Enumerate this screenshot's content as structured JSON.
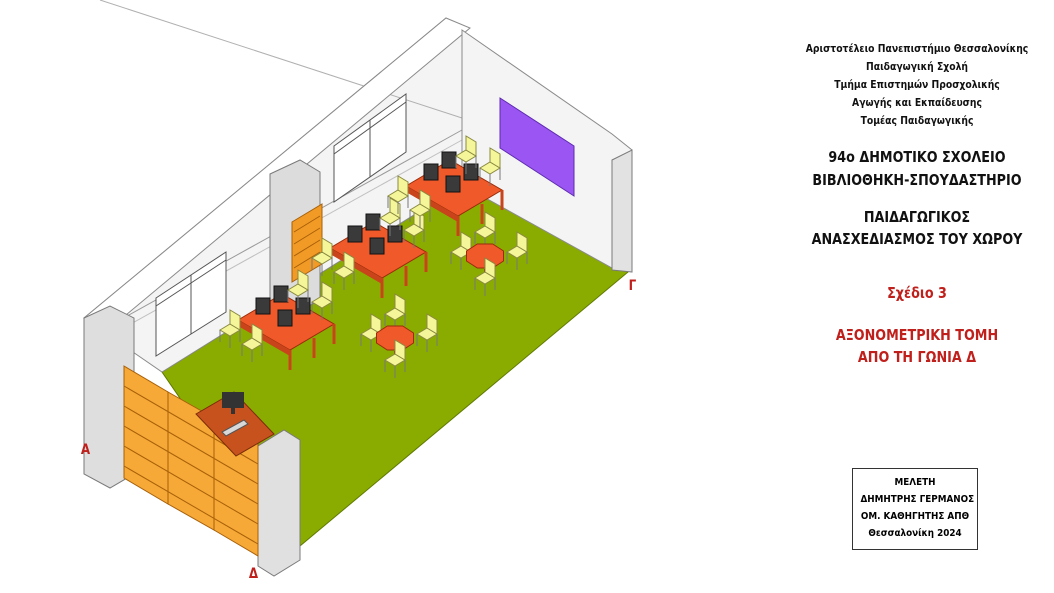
{
  "university": {
    "lines": [
      "Αριστοτέλειο Πανεπιστήμιο Θεσσαλονίκης",
      "Παιδαγωγική Σχολή",
      "Τμήμα Επιστημών Προσχολικής",
      "Αγωγής και Εκπαίδευσης",
      "Τομέας Παιδαγωγικής"
    ]
  },
  "school": {
    "line1": "94ο ΔΗΜΟΤΙΚΟ ΣΧΟΛΕΙΟ",
    "line2": "ΒΙΒΛΙΟΘΗΚΗ-ΣΠΟΥΔΑΣΤΗΡΙΟ"
  },
  "redesign": {
    "line1": "ΠΑΙΔΑΓΩΓΙΚΟΣ",
    "line2": "ΑΝΑΣΧΕΔΙΑΣΜΟΣ ΤΟΥ ΧΩΡΟΥ"
  },
  "plan_label": "Σχέδιο 3",
  "section": {
    "line1": "ΑΞΟΝΟΜΕΤΡΙΚΗ ΤΟΜΗ",
    "line2": "ΑΠΟ ΤΗ ΓΩΝΙΑ Δ"
  },
  "study": {
    "lines": [
      "ΜΕΛΕΤΗ",
      "ΔΗΜΗΤΡΗΣ ΓΕΡΜΑΝΟΣ",
      "ΟΜ. ΚΑΘΗΓΗΤΗΣ ΑΠΘ",
      "Θεσσαλονίκη 2024"
    ]
  },
  "corners": {
    "a": "Α",
    "g": "Γ",
    "d": "Δ"
  },
  "colors": {
    "floor": "#8aac00",
    "wall": "#f4f4f4",
    "shelves": "#f6a936",
    "table": "#f05a2a",
    "chair": "#f5f59a",
    "whiteboard": "#9a55f2",
    "desk": "#c8521e",
    "accent_red": "#c0201c"
  }
}
